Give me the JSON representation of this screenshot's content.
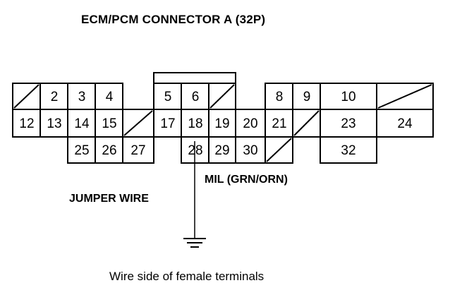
{
  "title": "ECM/PCM CONNECTOR A (32P)",
  "labels": {
    "mil": "MIL (GRN/ORN)",
    "jumper": "JUMPER WIRE",
    "caption": "Wire side of female terminals"
  },
  "pins": {
    "p2": "2",
    "p3": "3",
    "p4": "4",
    "p5": "5",
    "p6": "6",
    "p8": "8",
    "p9": "9",
    "p10": "10",
    "p12": "12",
    "p13": "13",
    "p14": "14",
    "p15": "15",
    "p17": "17",
    "p18": "18",
    "p19": "19",
    "p20": "20",
    "p21": "21",
    "p23": "23",
    "p24": "24",
    "p25": "25",
    "p26": "26",
    "p27": "27",
    "p28": "28",
    "p29": "29",
    "p30": "30",
    "p32": "32"
  }
}
